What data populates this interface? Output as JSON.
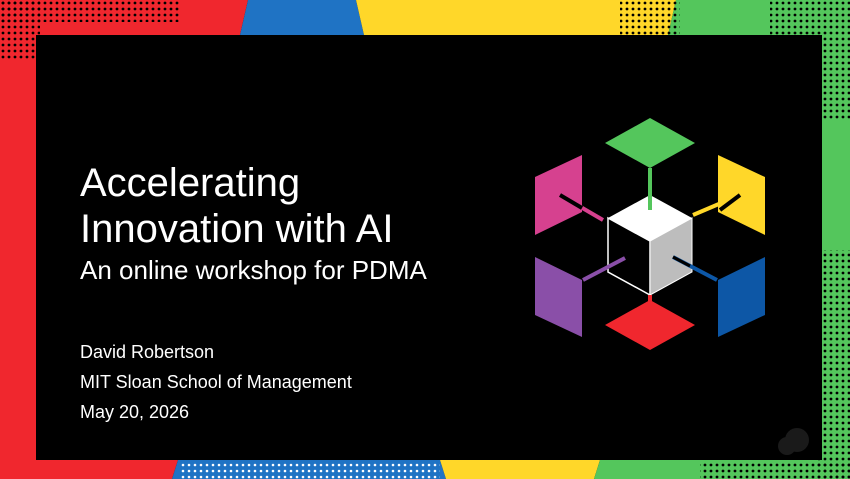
{
  "slide": {
    "title_line1": "Accelerating",
    "title_line2": "Innovation with AI",
    "subtitle": "An online workshop for PDMA",
    "presenter": "David Robertson",
    "affiliation": "MIT Sloan School of Management",
    "date": "May 20, 2026"
  },
  "colors": {
    "background": "#000000",
    "text": "#ffffff",
    "red": "#f0272e",
    "blue": "#1f73c4",
    "yellow": "#ffd729",
    "green": "#54c65c",
    "magenta": "#d6418f",
    "purple": "#8a4fa8",
    "dark_blue": "#0d57a6"
  },
  "logo": {
    "name": "ai-cube-logo-icon"
  }
}
